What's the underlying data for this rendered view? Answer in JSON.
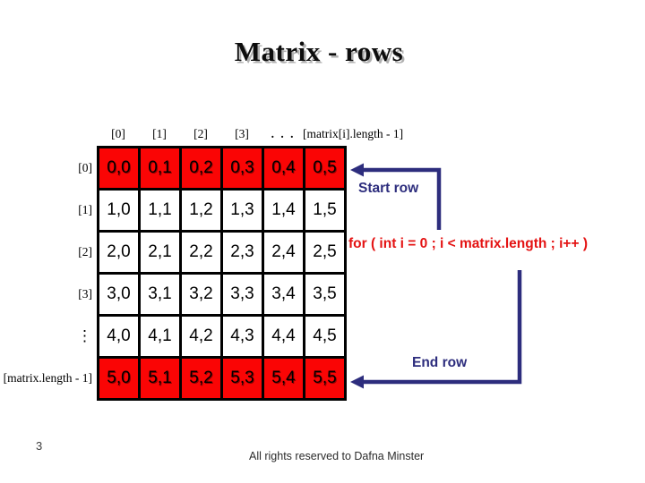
{
  "slide": {
    "title": "Matrix - rows",
    "page_number": "3",
    "footer": "All rights reserved to Dafna Minster"
  },
  "matrix": {
    "column_headers": [
      "[0]",
      "[1]",
      "[2]",
      "[3]",
      ". . .",
      "[matrix[i].length - 1]"
    ],
    "row_headers": [
      "[0]",
      "[1]",
      "[2]",
      "[3]",
      "⋮",
      "[matrix.length - 1]"
    ],
    "rows": [
      {
        "highlight": true,
        "cells": [
          "0,0",
          "0,1",
          "0,2",
          "0,3",
          "0,4",
          "0,5"
        ]
      },
      {
        "highlight": false,
        "cells": [
          "1,0",
          "1,1",
          "1,2",
          "1,3",
          "1,4",
          "1,5"
        ]
      },
      {
        "highlight": false,
        "cells": [
          "2,0",
          "2,1",
          "2,2",
          "2,3",
          "2,4",
          "2,5"
        ]
      },
      {
        "highlight": false,
        "cells": [
          "3,0",
          "3,1",
          "3,2",
          "3,3",
          "3,4",
          "3,5"
        ]
      },
      {
        "highlight": false,
        "cells": [
          "4,0",
          "4,1",
          "4,2",
          "4,3",
          "4,4",
          "4,5"
        ]
      },
      {
        "highlight": true,
        "cells": [
          "5,0",
          "5,1",
          "5,2",
          "5,3",
          "5,4",
          "5,5"
        ]
      }
    ]
  },
  "annotations": {
    "start_row_label": "Start row",
    "for_statement": "for ( int i = 0 ; i < matrix.length ; i++ )",
    "end_row_label": "End row"
  },
  "colors": {
    "highlight_red": "#fa0505",
    "code_red": "#e41313",
    "arrow_navy": "#2d2d7d"
  }
}
